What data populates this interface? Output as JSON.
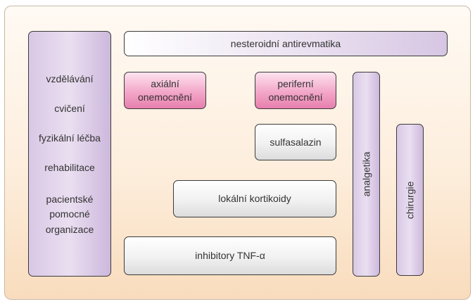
{
  "left_column": {
    "items": [
      "vzdělávání",
      "cvičení",
      "fyzikální léčba",
      "rehabilitace"
    ],
    "multiline_item": [
      "pacientské",
      "pomocné",
      "organizace"
    ]
  },
  "boxes": {
    "nsaids": "nesteroidní antirevmatika",
    "axial": [
      "axiální",
      "onemocnění"
    ],
    "peripheral": [
      "periferní",
      "onemocnění"
    ],
    "sulfasalazine": "sulfasalazin",
    "local_corticoids": "lokální kortikoidy",
    "tnf_inhibitors": "inhibitory TNF-α",
    "analgesics": "analgetika",
    "surgery": "chirurgie"
  },
  "colors": {
    "lavender": "#d6c6e3",
    "pink": "#e77fae",
    "gray": "#dcdcdc",
    "background": "#fdeedd"
  }
}
